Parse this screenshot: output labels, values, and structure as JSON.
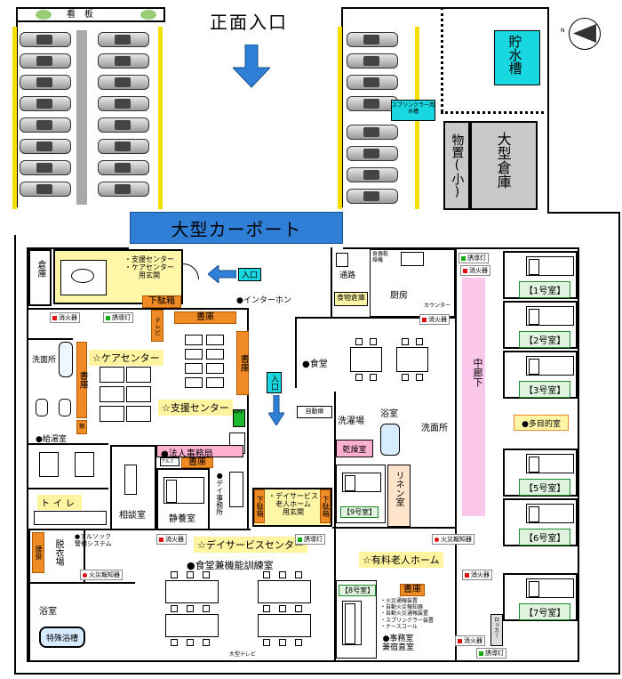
{
  "signboard": "看　板",
  "front_entrance": "正面入口",
  "water_tank": "貯水槽",
  "sprinkler_tank": "スプリンクラー用水槽",
  "storage_small": "物置(小)",
  "large_warehouse": "大型倉庫",
  "carport": "大型カーポート",
  "north": "N",
  "entrance_label": "入口",
  "intercom": "●インターホン",
  "rooms": {
    "storage": "倉庫",
    "support_center_entrance": "・支援センター\n・ケアセンター\n用玄関",
    "shoe_box": "下駄箱",
    "toilet_area": "通路",
    "food_storage": "食物倉庫",
    "kitchen": "厨房",
    "dish_dryer": "食器乾燥機",
    "counter": "カウンター",
    "dining": "●食堂",
    "corridor": "中廊下",
    "care_center": "☆ケアセンター",
    "washroom_left": "洗面所",
    "bookshelf": "書庫",
    "bookshelf2": "書庫",
    "bookshelf3": "書庫",
    "support_center": "☆支援センター",
    "corp_office": "●法人事務局",
    "hot_water_room": "●給湯室",
    "toilet": "トイレ",
    "consult_room": "相談室",
    "rest_room": "静養室",
    "day_office": "●デイ事務所",
    "day_entrance": "・デイサービス\n老人ホーム\n用玄関",
    "laundry": "洗濯場",
    "bath_top": "浴室",
    "washroom_right": "洗面所",
    "dryer_room": "乾燥室",
    "linen_room": "リネン室",
    "room9_top": "【9号室】",
    "undressing": "脱衣場",
    "alsok": "●アルソック\n警備システム",
    "day_center": "☆デイサービスセンター",
    "nursing_home": "☆有料老人ホーム",
    "dining_training": "●食堂兼機能訓練室",
    "bath_bottom": "浴室",
    "special_bath": "特殊浴槽",
    "room8": "【8号室】",
    "bookshelf4": "書庫",
    "office_bottom": "●事務室\n兼宿直室",
    "locker": "ロッカー",
    "multipurpose": "●多目的室",
    "large_tv": "大型テレビ",
    "auto_door": "自動扉",
    "emergency_list": "・火災通報装置\n・自動火災報知器\n・自動火災通報装置\n・スプリンクラー装置\n・ナースコール"
  },
  "bed_rooms": [
    "【1号室】",
    "【2号室】",
    "【3号室】",
    "【5号室】",
    "【6号室】",
    "【7号室】"
  ],
  "equipment": {
    "extinguisher": "消火器",
    "guide_light": "誘導灯",
    "fire_alarm": "火災報知器"
  }
}
